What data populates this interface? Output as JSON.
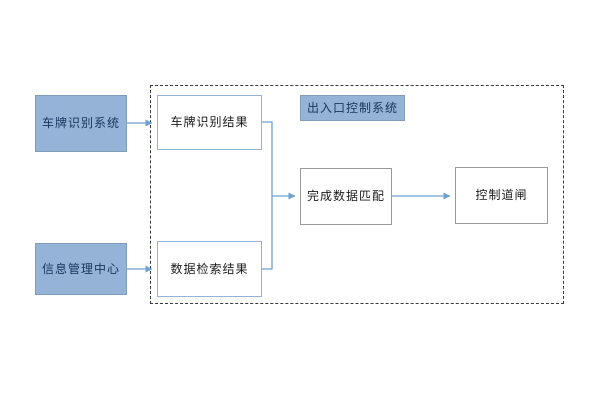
{
  "diagram": {
    "boundary_title": "出入口控制系统",
    "nodes": {
      "plate_recognition_system": "车牌识别系统",
      "info_management_center": "信息管理中心",
      "plate_recognition_result": "车牌识别结果",
      "data_retrieval_result": "数据检索结果",
      "complete_data_matching": "完成数据匹配",
      "control_barrier": "控制道闸"
    },
    "edges": [
      {
        "from": "车牌识别系统",
        "to": "车牌识别结果"
      },
      {
        "from": "信息管理中心",
        "to": "数据检索结果"
      },
      {
        "from": "车牌识别结果",
        "to": "完成数据匹配"
      },
      {
        "from": "数据检索结果",
        "to": "完成数据匹配"
      },
      {
        "from": "完成数据匹配",
        "to": "控制道闸"
      }
    ],
    "colors": {
      "node_fill_blue": "#95b3d7",
      "node_border_blue": "#95b3d7",
      "node_border_gray": "#9a9a9a",
      "arrow": "#6fa0d2",
      "boundary_dash": "#3a3a3a",
      "background": "#ffffff"
    }
  }
}
